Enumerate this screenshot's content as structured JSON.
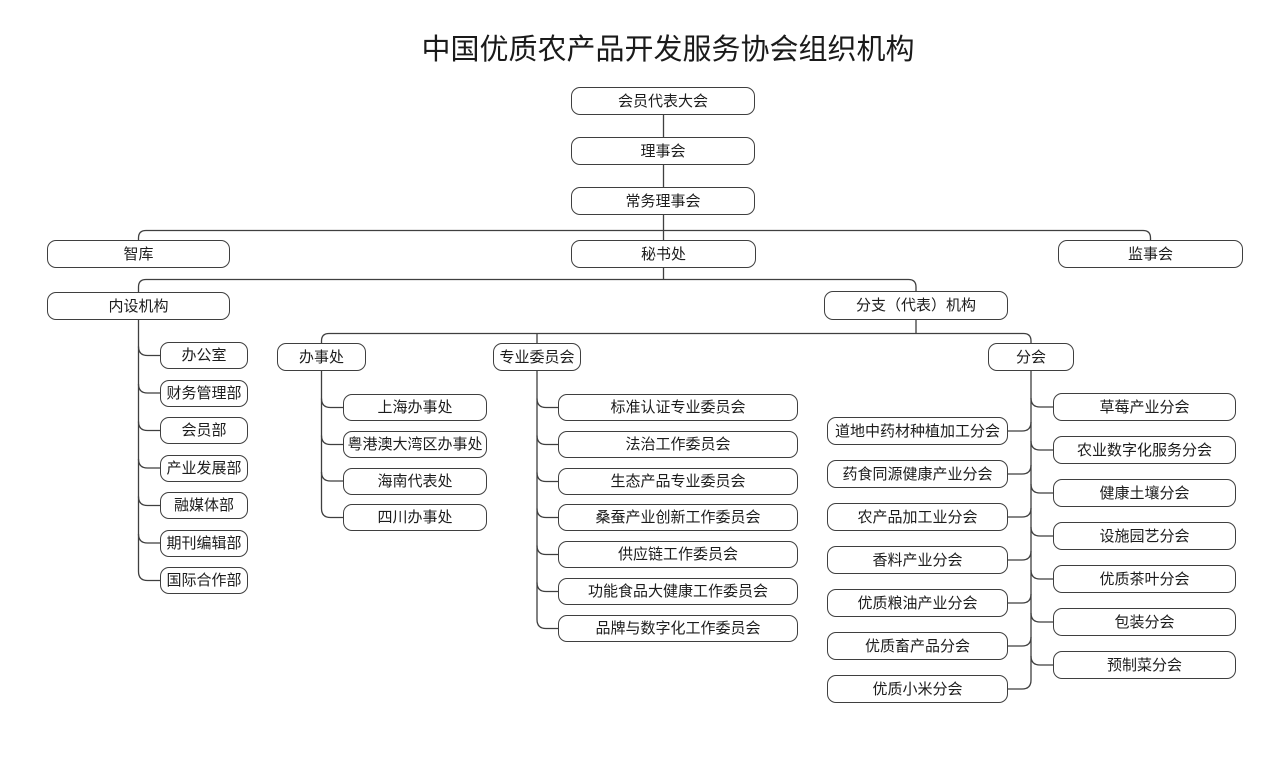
{
  "title": "中国优质农产品开发服务协会组织机构",
  "org": {
    "members_congress": "会员代表大会",
    "council": "理事会",
    "standing_council": "常务理事会",
    "think_tank": "智库",
    "secretariat": "秘书处",
    "supervisory_board": "监事会",
    "internal_organs": "内设机构",
    "branch_representative_organs": "分支（代表）机构",
    "offices_header": "办事处",
    "committees_header": "专业委员会",
    "branches_header": "分会",
    "internal_departments": [
      "办公室",
      "财务管理部",
      "会员部",
      "产业发展部",
      "融媒体部",
      "期刊编辑部",
      "国际合作部"
    ],
    "offices": [
      "上海办事处",
      "粤港澳大湾区办事处",
      "海南代表处",
      "四川办事处"
    ],
    "committees": [
      "标准认证专业委员会",
      "法治工作委员会",
      "生态产品专业委员会",
      "桑蚕产业创新工作委员会",
      "供应链工作委员会",
      "功能食品大健康工作委员会",
      "品牌与数字化工作委员会"
    ],
    "branches_left": [
      "道地中药材种植加工分会",
      "药食同源健康产业分会",
      "农产品加工业分会",
      "香料产业分会",
      "优质粮油产业分会",
      "优质畜产品分会",
      "优质小米分会"
    ],
    "branches_right": [
      "草莓产业分会",
      "农业数字化服务分会",
      "健康土壤分会",
      "设施园艺分会",
      "优质茶叶分会",
      "包装分会",
      "预制菜分会"
    ]
  },
  "colors": {
    "line": "#3f3f3f",
    "box_border": "#3f3f3f",
    "box_bg": "#ffffff",
    "text": "#1c1c1c",
    "background": "#ffffff"
  }
}
